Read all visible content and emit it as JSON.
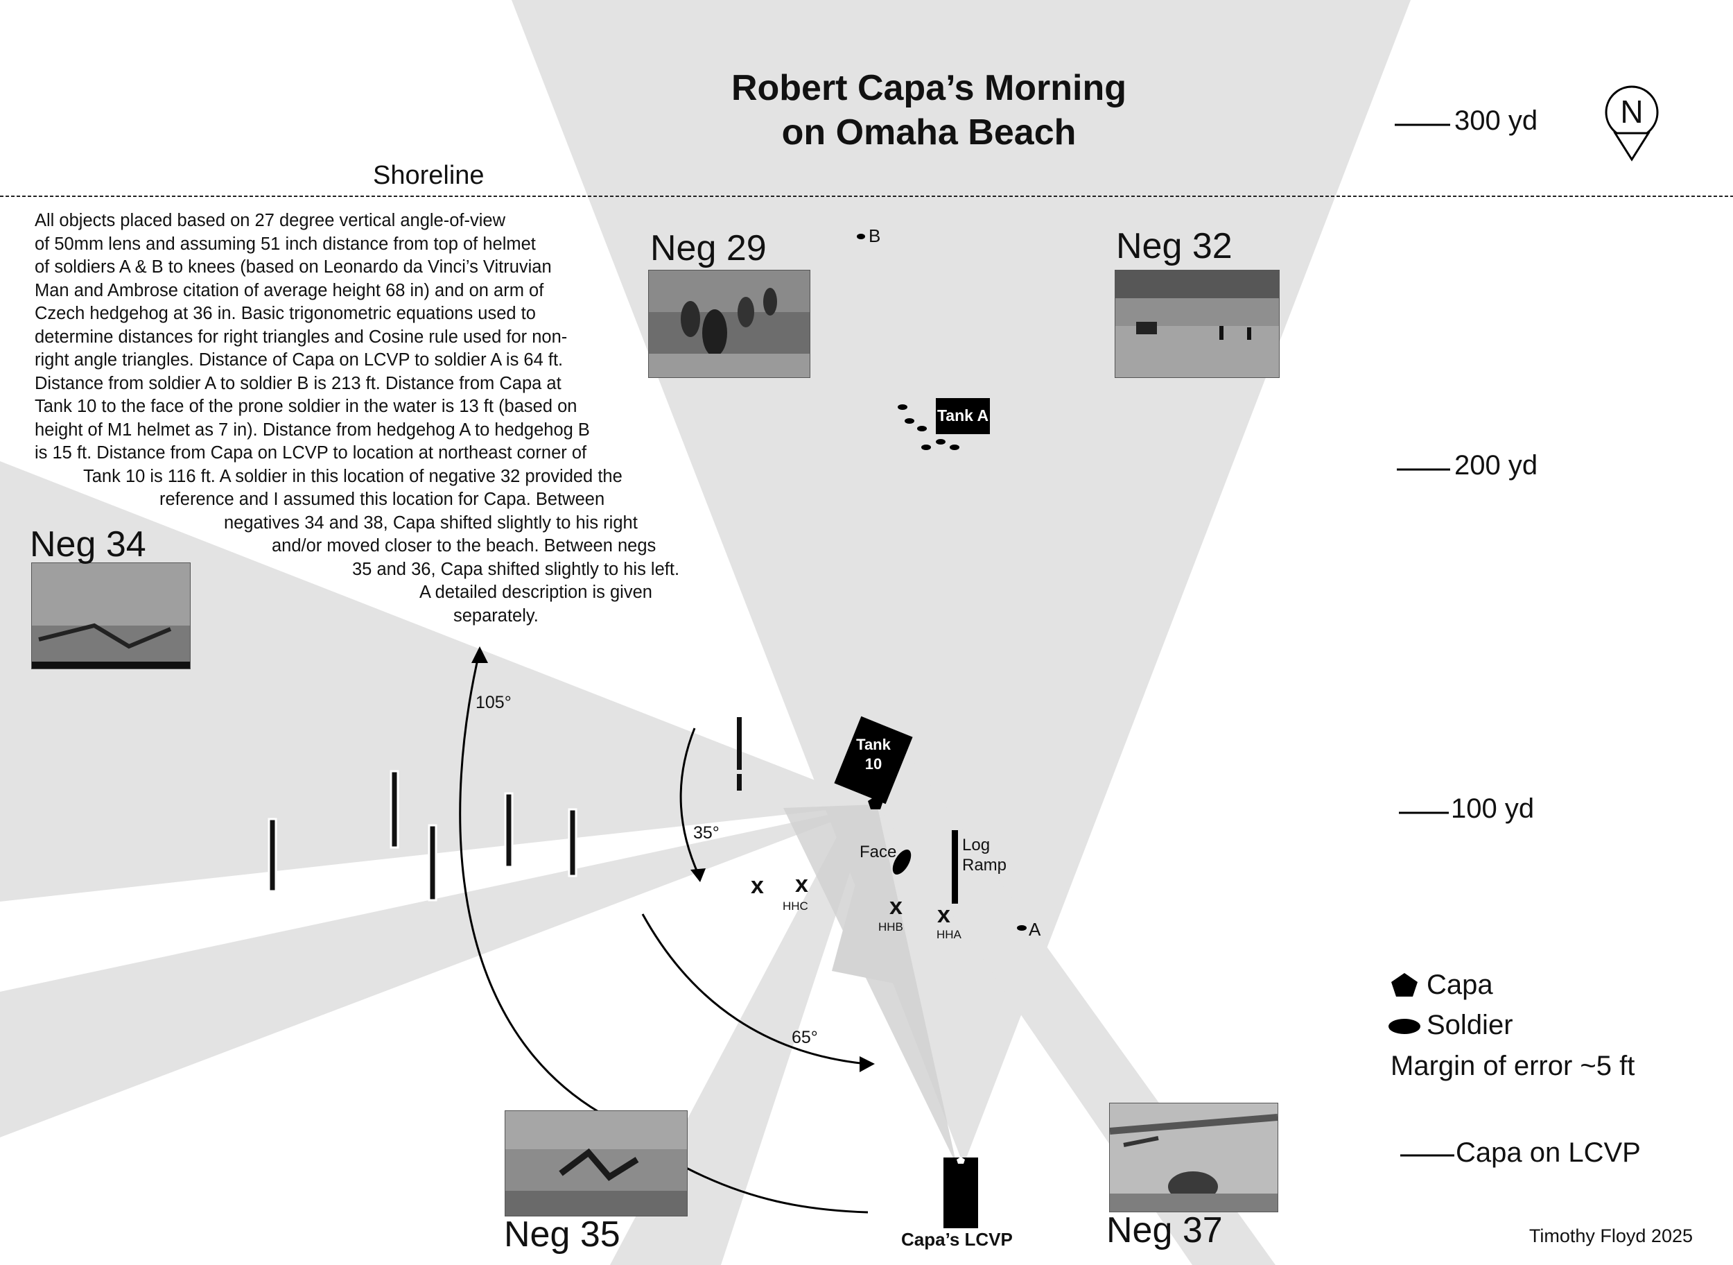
{
  "title_line1": "Robert Capa’s Morning",
  "title_line2": "on Omaha Beach",
  "shoreline": "Shoreline",
  "description_lines": [
    "All objects placed based on 27 degree vertical angle-of-view",
    "of 50mm lens and assuming 51 inch distance from top of helmet",
    "of soldiers A & B to knees (based on Leonardo da Vinci’s Vitruvian",
    "Man and Ambrose citation of average height 68 in) and on arm of",
    "Czech hedgehog at 36 in.  Basic trigonometric equations used to",
    "determine distances for right triangles and Cosine rule used for non-",
    "right angle triangles.  Distance of Capa on LCVP to soldier A is 64 ft.",
    "Distance from soldier A to soldier B is 213 ft.  Distance from Capa at",
    "Tank 10 to the face of the prone soldier in the water is 13 ft (based on",
    "height of M1 helmet as 7 in).  Distance from hedgehog A to hedgehog B",
    "is 15 ft.  Distance from Capa on LCVP to location at northeast corner of",
    "Tank 10 is 116 ft.  A soldier in this location of negative 32 provided the",
    "reference and I assumed this location for Capa.  Between",
    "negatives 34 and 38, Capa shifted slightly to his right",
    "and/or moved closer to the beach.  Between negs",
    "35 and 36, Capa shifted slightly to his left.",
    "A detailed description is given",
    "separately."
  ],
  "negatives": {
    "neg29": "Neg 29",
    "neg32": "Neg 32",
    "neg34": "Neg 34",
    "neg35": "Neg 35",
    "neg37": "Neg 37"
  },
  "angles": {
    "a105": "105°",
    "a35": "35°",
    "a65": "65°"
  },
  "markers": {
    "tank_a": "Tank A",
    "tank10": "Tank 10",
    "tank10_line1": "Tank",
    "tank10_line2": "10",
    "face": "Face",
    "log": "Log",
    "ramp": "Ramp",
    "soldier_a": "A",
    "soldier_b": "B",
    "hhc": "HHC",
    "hhb": "HHB",
    "hha": "HHA",
    "x_mark": "x",
    "lcvp": "Capa’s LCVP"
  },
  "scale": {
    "yd300": "300 yd",
    "yd200": "200 yd",
    "yd100": "100 yd",
    "lcvp": "Capa on LCVP"
  },
  "compass": "N",
  "legend": {
    "capa": "Capa",
    "soldier": "Soldier",
    "error": "Margin of error ~5 ft"
  },
  "credit": "Timothy Floyd 2025",
  "colors": {
    "field": "#e3e3e3",
    "overlap": "#d0d0d0",
    "ink": "#111111"
  }
}
